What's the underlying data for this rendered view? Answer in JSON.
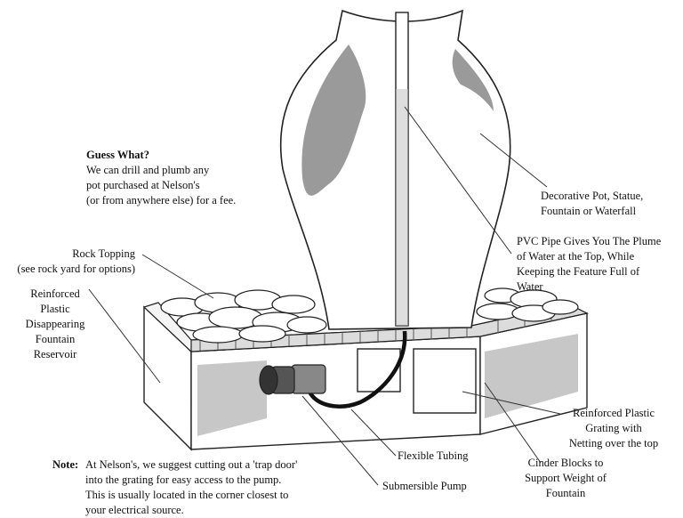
{
  "callout": {
    "title": "Guess What?",
    "lines": [
      "We can drill and plumb any",
      "pot purchased at Nelson's",
      "(or from anywhere else) for a fee."
    ]
  },
  "labels": {
    "pot": [
      "Decorative Pot, Statue,",
      "Fountain or Waterfall"
    ],
    "pipe": [
      "PVC Pipe Gives You The Plume",
      "of Water at the Top, While",
      "Keeping the Feature Full of",
      "Water"
    ],
    "rock": [
      "Rock Topping",
      "(see rock yard for options)"
    ],
    "reservoir": [
      "Reinforced",
      "Plastic",
      "Disappearing",
      "Fountain",
      "Reservoir"
    ],
    "grating": [
      "Reinforced Plastic",
      "Grating with",
      "Netting over the top"
    ],
    "tubing": "Flexible Tubing",
    "blocks": [
      "Cinder Blocks to",
      "Support Weight of",
      "Fountain"
    ],
    "pump": "Submersible Pump"
  },
  "note": {
    "label": "Note:",
    "lines": [
      "At Nelson's, we suggest cutting out a 'trap door'",
      "into the grating for easy access to the pump.",
      "This is usually located in the corner closest to",
      "your electrical source."
    ]
  }
}
